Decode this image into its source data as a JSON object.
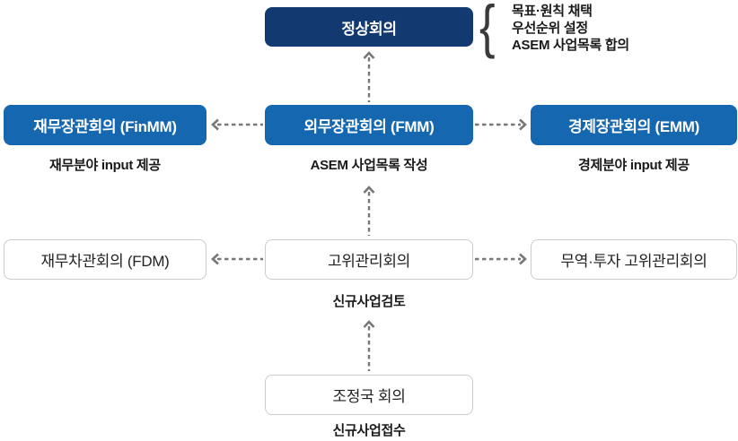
{
  "diagram": {
    "title_hint": "ASEM meeting structure diagram",
    "brace_glyph": "{",
    "summit": {
      "label": "정상회의",
      "notes": {
        "line1": "목표·원칙 채택",
        "line2": "우선순위 설정",
        "line3": "ASEM 사업목록 합의"
      }
    },
    "ministerial": {
      "finance": {
        "label": "재무장관회의 (FinMM)",
        "caption": "재무분야 input 제공"
      },
      "foreign": {
        "label": "외무장관회의 (FMM)",
        "caption": "ASEM 사업목록 작성"
      },
      "economic": {
        "label": "경제장관회의 (EMM)",
        "caption": "경제분야 input 제공"
      }
    },
    "senior": {
      "finance_deputies": {
        "label": "재무차관회의 (FDM)"
      },
      "som": {
        "label": "고위관리회의",
        "caption": "신규사업검토"
      },
      "somti": {
        "label": "무역·투자 고위관리회의"
      }
    },
    "coordinators": {
      "label": "조정국 회의",
      "caption": "신규사업접수"
    }
  },
  "colors": {
    "navy": "#123a70",
    "blue": "#1567af",
    "white_box_border": "#cccccc",
    "arrow_gray": "#777777",
    "text_dark": "#1a1a1a"
  }
}
